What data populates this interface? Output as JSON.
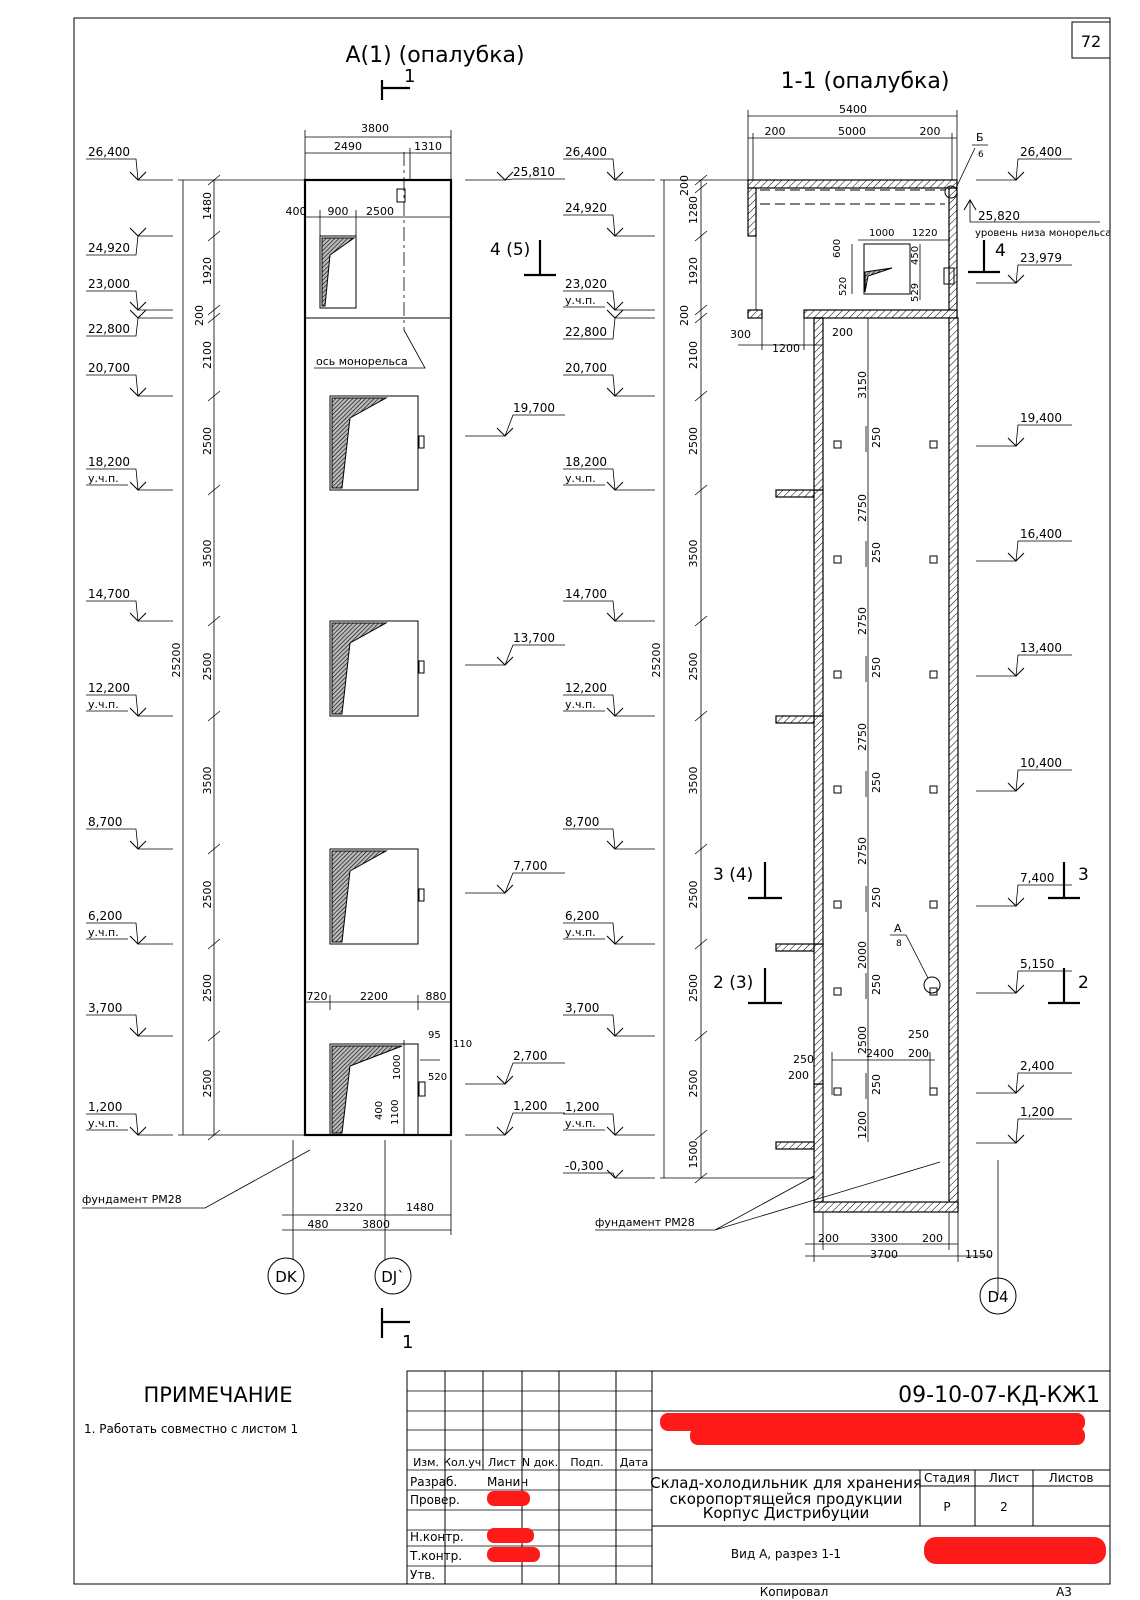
{
  "sheet_number": "72",
  "left_view": {
    "title": "А(1) (опалубка)",
    "section_mark": "1",
    "dims_top": [
      "3800",
      "2490",
      "1310"
    ],
    "dims_top2": [
      "400",
      "900",
      "2500"
    ],
    "vertical_dims": [
      "1480",
      "1920",
      "200",
      "2100",
      "2500",
      "3500",
      "2500",
      "3500",
      "2500",
      "2500",
      "2500"
    ],
    "total_height": "25200",
    "left_levels": [
      "26,400",
      "24,920",
      "23,000",
      "22,800",
      "20,700",
      "18,200",
      "14,700",
      "12,200",
      "8,700",
      "6,200",
      "3,700",
      "1,200"
    ],
    "uchp": "у.ч.п.",
    "right_levels": [
      "25,810",
      "19,700",
      "13,700",
      "7,700",
      "2,700",
      "1,200"
    ],
    "monorail_note": "ось монорельса",
    "door_dims": [
      "720",
      "2200",
      "880",
      "95",
      "110",
      "1000",
      "400",
      "1100",
      "520"
    ],
    "foundation": "фундамент РМ28",
    "bottom_dims": [
      "2320",
      "1480",
      "480",
      "3800"
    ],
    "axes": [
      "DK",
      "DJ`"
    ],
    "section_ref": "4 (5)"
  },
  "right_view": {
    "title": "1-1 (опалубка)",
    "dims_top": [
      "5400",
      "200",
      "5000",
      "200"
    ],
    "left_levels": [
      "26,400",
      "24,920",
      "23,020",
      "22,800",
      "20,700",
      "18,200",
      "14,700",
      "12,200",
      "8,700",
      "6,200",
      "3,700",
      "1,200",
      "-0,300"
    ],
    "right_levels": [
      "26,400",
      "25,820",
      "23,979",
      "19,400",
      "16,400",
      "13,400",
      "10,400",
      "7,400",
      "5,150",
      "2,400",
      "1,200"
    ],
    "monorail_level_note": "уровень низа монорельса",
    "node_b": "Б",
    "node_b_sheet": "6",
    "node_a": "А",
    "node_a_sheet": "8",
    "vertical_dims": [
      "200",
      "1280",
      "1920",
      "200",
      "2100",
      "2500",
      "3500",
      "2500",
      "3500",
      "2500",
      "2500",
      "2500",
      "1500"
    ],
    "total_height": "25200",
    "inner_dims": [
      "3150",
      "2750",
      "2750",
      "2750",
      "2750",
      "2000",
      "2500",
      "1200"
    ],
    "step_dim": "250",
    "top_opening_dims": [
      "600",
      "1000",
      "1220",
      "450",
      "520",
      "529"
    ],
    "landing_dims": [
      "300",
      "1200",
      "200"
    ],
    "bottom_door_dims": [
      "250",
      "200",
      "2400",
      "200",
      "250"
    ],
    "bottom_dims": [
      "200",
      "3300",
      "200",
      "3700",
      "1150"
    ],
    "axis": "D4",
    "section_refs": [
      "4",
      "3 (4)",
      "3",
      "2 (3)",
      "2"
    ],
    "foundation": "фундамент РМ28"
  },
  "note": {
    "heading": "ПРИМЕЧАНИЕ",
    "text": "1. Работать совместно с листом 1"
  },
  "title_block": {
    "doc_code": "09-10-07-КД-КЖ1",
    "headers": [
      "Изм.",
      "Кол.уч.",
      "Лист",
      "N док.",
      "Подп.",
      "Дата"
    ],
    "roles": [
      "Разраб.",
      "Провер.",
      "",
      "Н.контр.",
      "Т.контр.",
      "Утв."
    ],
    "developer": "Манин",
    "project": [
      "Склад-холодильник для хранения",
      "скоропортящейся продукции",
      "Корпус Дистрибуции"
    ],
    "stage_label": "Стадия",
    "sheet_label": "Лист",
    "sheets_label": "Листов",
    "stage": "Р",
    "sheet": "2",
    "drawing_name": "Вид А, разрез 1-1"
  },
  "footer": {
    "copied": "Копировал",
    "format": "А3"
  }
}
